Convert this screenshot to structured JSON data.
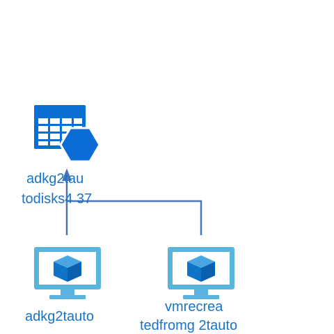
{
  "diagram": {
    "nodes": {
      "disk_table": {
        "label_line1": "adkg2tau",
        "label_line2": "todisks4 37",
        "icon": "table-with-hexagon-icon"
      },
      "vm_left": {
        "label": "adkg2tauto",
        "icon": "virtual-machine-monitor-icon"
      },
      "vm_right": {
        "label_line1": "vmrecrea",
        "label_line2": "tedfromg 2tauto",
        "icon": "virtual-machine-monitor-icon"
      }
    },
    "edges": [
      {
        "from": "vm_left",
        "to": "disk_table"
      },
      {
        "from": "vm_right",
        "to": "disk_table"
      }
    ],
    "colors": {
      "table_blue": "#0a6fd1",
      "hexagon_blue": "#0b6cd6",
      "monitor_blue": "#5ab4e0",
      "cube_blue": "#0f74c8",
      "connector": "#4a76b8",
      "label": "#1a73c4"
    }
  }
}
